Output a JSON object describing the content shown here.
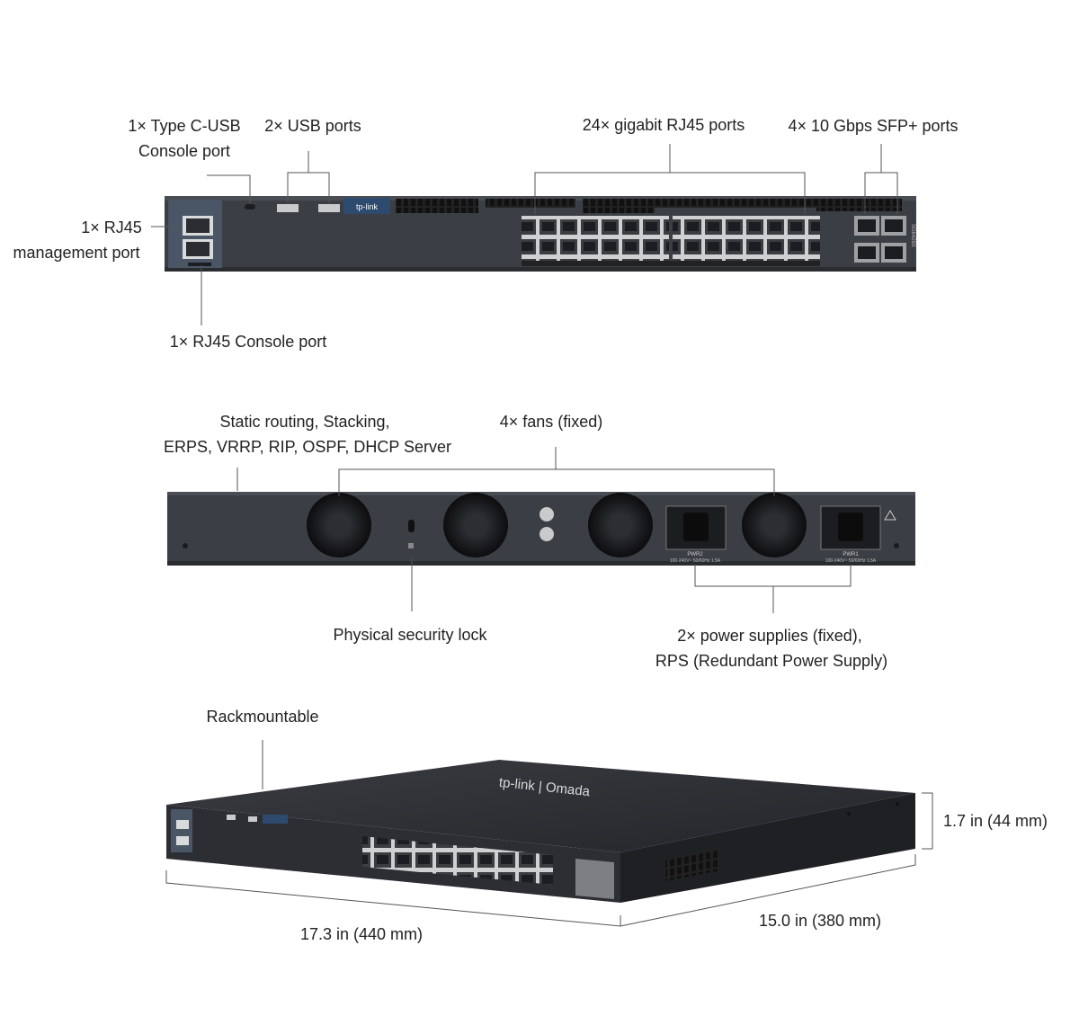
{
  "front": {
    "type_c_line1": "1× Type C-USB",
    "type_c_line2": "Console port",
    "usb": "2× USB ports",
    "rj45_ports": "24× gigabit RJ45 ports",
    "sfp_ports": "4× 10 Gbps SFP+ ports",
    "mgmt_line1": "1× RJ45",
    "mgmt_line2": "management port",
    "rj45_console": "1× RJ45 Console port",
    "logo": "tp-link",
    "model": "SG6428X"
  },
  "rear": {
    "features_line1": "Static routing, Stacking,",
    "features_line2": "ERPS, VRRP, RIP, OSPF, DHCP Server",
    "fans": "4× fans (fixed)",
    "lock": "Physical security lock",
    "psu_line1": "2× power supplies (fixed),",
    "psu_line2": "RPS (Redundant Power Supply)",
    "pwr2": "PWR2",
    "pwr1": "PWR1",
    "pwr_spec": "100-240V~ 50/60Hz 1.5A"
  },
  "iso": {
    "rackmount": "Rackmountable",
    "height": "1.7 in (44 mm)",
    "width": "17.3 in (440 mm)",
    "depth": "15.0 in (380 mm)",
    "brand": "tp-link | Omada",
    "logo": "tp-link"
  },
  "colors": {
    "chassis": "#3b3e44",
    "chassis_dark": "#2a2c30",
    "port_panel": "#d9dadc",
    "accent_blue": "#2e4a6e",
    "line": "#555555"
  }
}
